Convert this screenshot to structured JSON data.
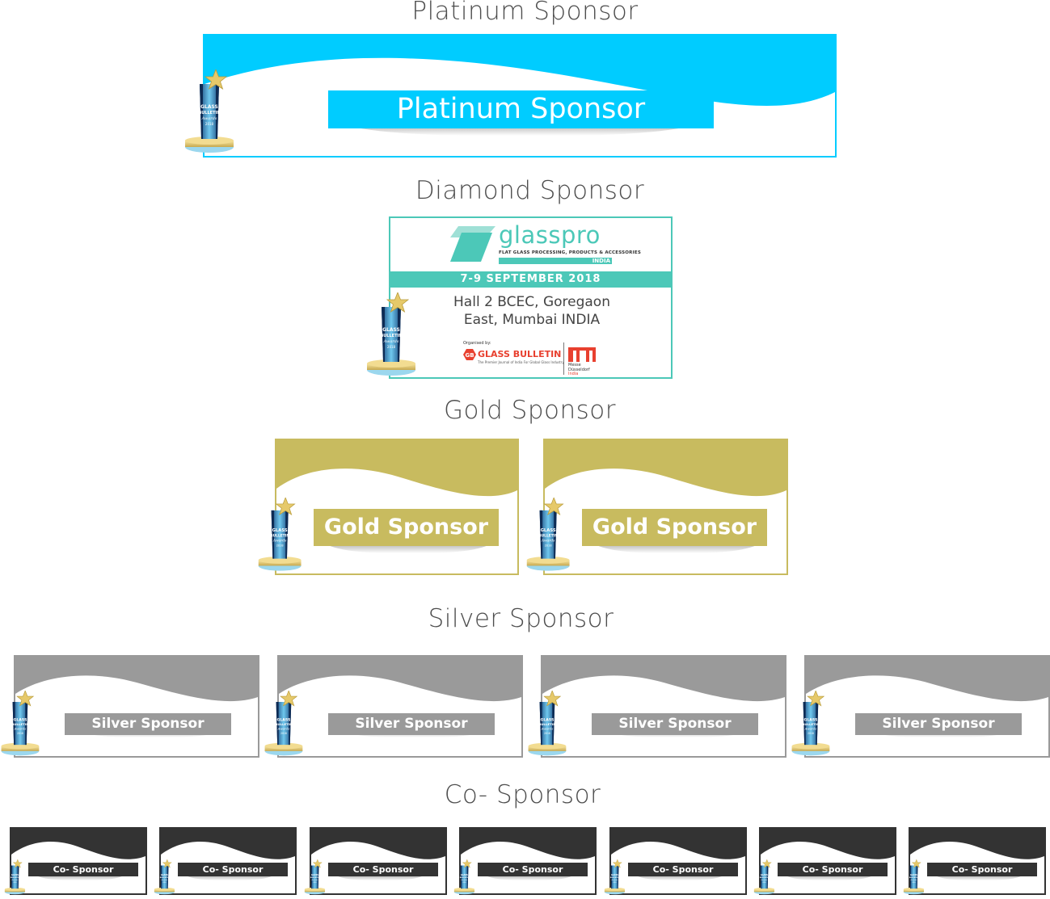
{
  "headings": {
    "platinum": "Platinum Sponsor",
    "diamond": "Diamond Sponsor",
    "gold": "Gold Sponsor",
    "silver": "Silver Sponsor",
    "co": "Co- Sponsor"
  },
  "platinum": {
    "label": "Platinum Sponsor",
    "color": "#00ccff"
  },
  "gold": {
    "labels": [
      "Gold Sponsor",
      "Gold Sponsor"
    ],
    "color": "#c8bb5f"
  },
  "silver": {
    "labels": [
      "Silver Sponsor",
      "Silver Sponsor",
      "Silver Sponsor",
      "Silver Sponsor"
    ],
    "color": "#9a9a9a"
  },
  "co": {
    "labels": [
      "Co- Sponsor",
      "Co- Sponsor",
      "Co- Sponsor",
      "Co- Sponsor",
      "Co- Sponsor",
      "Co- Sponsor",
      "Co- Sponsor"
    ],
    "color": "#333333"
  },
  "diamond": {
    "brand": "glasspro",
    "subtitle": "FLAT GLASS PROCESSING, PRODUCTS & ACCESSORIES",
    "country": "INDIA",
    "dates": "7-9 SEPTEMBER 2018",
    "venue_line1": "Hall 2 BCEC, Goregaon",
    "venue_line2": "East, Mumbai INDIA",
    "organised_by": "Organised by:",
    "org1_name": "GLASS BULLETIN",
    "org1_tagline": "The Premier Journal of India For Global Glass Industry",
    "org2_line1": "Messe",
    "org2_line2": "Düsseldorf",
    "org2_line3": "India",
    "accent": "#4cc8b8"
  },
  "trophy": {
    "icon": "trophy-icon",
    "text_line1": "GLASS",
    "text_line2": "BULLETIN",
    "text_line3": "Awards",
    "year": "2018"
  }
}
